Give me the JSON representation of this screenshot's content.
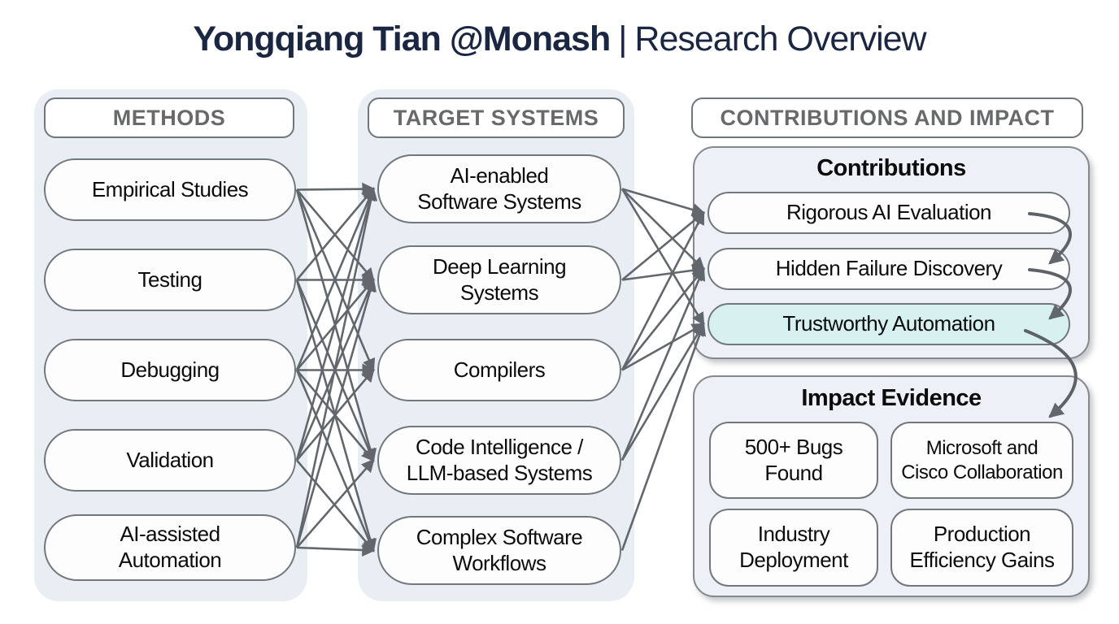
{
  "title": {
    "name": "Yongqiang Tian @Monash",
    "separator": "|",
    "subtitle": "Research Overview"
  },
  "columns": {
    "methods": {
      "header": "METHODS",
      "items": [
        "Empirical Studies",
        "Testing",
        "Debugging",
        "Validation",
        "AI-assisted\nAutomation"
      ]
    },
    "targets": {
      "header": "TARGET SYSTEMS",
      "items": [
        "AI-enabled\nSoftware Systems",
        "Deep Learning\nSystems",
        "Compilers",
        "Code Intelligence /\nLLM-based Systems",
        "Complex Software\nWorkflows"
      ]
    },
    "outcomes": {
      "header": "CONTRIBUTIONS AND IMPACT",
      "contributions": {
        "heading": "Contributions",
        "items": [
          "Rigorous AI Evaluation",
          "Hidden Failure Discovery",
          "Trustworthy Automation"
        ],
        "highlight_index": 2
      },
      "impact": {
        "heading": "Impact Evidence",
        "items": [
          "500+ Bugs\nFound",
          "Microsoft and\nCisco Collaboration",
          "Industry\nDeployment",
          "Production\nEfficiency Gains"
        ]
      }
    }
  },
  "edges": {
    "methods_to_targets": [
      [
        0,
        0
      ],
      [
        0,
        1
      ],
      [
        0,
        2
      ],
      [
        0,
        3
      ],
      [
        1,
        0
      ],
      [
        1,
        1
      ],
      [
        1,
        3
      ],
      [
        1,
        4
      ],
      [
        2,
        0
      ],
      [
        2,
        1
      ],
      [
        2,
        2
      ],
      [
        2,
        3
      ],
      [
        2,
        4
      ],
      [
        3,
        0
      ],
      [
        3,
        1
      ],
      [
        3,
        2
      ],
      [
        3,
        4
      ],
      [
        4,
        0
      ],
      [
        4,
        1
      ],
      [
        4,
        3
      ],
      [
        4,
        4
      ]
    ],
    "targets_to_contributions": [
      [
        0,
        0
      ],
      [
        0,
        1
      ],
      [
        0,
        2
      ],
      [
        1,
        0
      ],
      [
        1,
        1
      ],
      [
        2,
        0
      ],
      [
        2,
        1
      ],
      [
        2,
        2
      ],
      [
        3,
        1
      ],
      [
        3,
        2
      ],
      [
        4,
        2
      ]
    ],
    "contribution_flow": [
      {
        "from": "c0",
        "to": "c1"
      },
      {
        "from": "c1",
        "to": "c2"
      },
      {
        "from": "c2",
        "to": "b1"
      }
    ]
  },
  "colors": {
    "title_navy": "#1b2742",
    "panel_bg": "#e9eef5",
    "header_gray": "#67696b",
    "pill_border": "#70777d",
    "highlight_teal": "#d6f1ef",
    "arrow_gray": "#61676d",
    "flow_arrow_gray": "#5c6268"
  }
}
